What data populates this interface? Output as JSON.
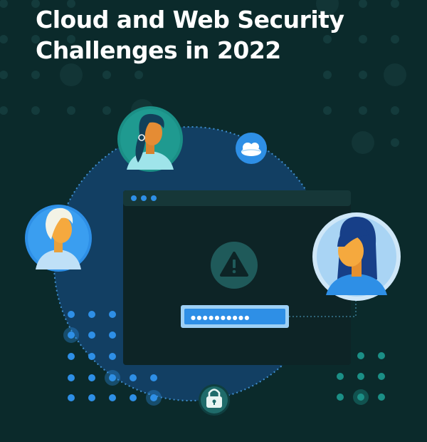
{
  "title": {
    "line1": "Cloud and Web Security",
    "line2": "Challenges in 2022"
  },
  "colors": {
    "background": "#0b2a2b",
    "circle": "#123f63",
    "window": "#0d2426",
    "accent_blue": "#2e8fe6",
    "warning_teal": "#1f5a5a",
    "password_field": "#9dd0f5"
  },
  "icons": [
    "warning-icon",
    "cloud-icon",
    "padlock-icon",
    "avatar-blonde-man",
    "avatar-woman-earring",
    "avatar-woman-long-hair"
  ],
  "password_mask": "●●●●●●●●●●"
}
